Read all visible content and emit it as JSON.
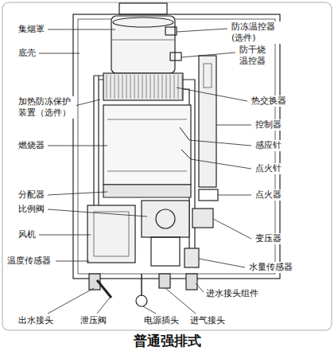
{
  "diagram": {
    "caption": "普通强排式",
    "labels": [
      "集烟罩",
      "底壳",
      "加热防冻保护 装置（选件）",
      "燃烧器",
      "分配器",
      "比例阀",
      "风机",
      "温度传感器",
      "防冻温控器 (选件)",
      "防干烧 温控器",
      "热交换器",
      "控制器",
      "感应针",
      "点火针",
      "点火器",
      "变压器",
      "水量传感器",
      "出水接头",
      "泄压阀",
      "电源插头",
      "进水接头组件",
      "进气接头"
    ]
  }
}
